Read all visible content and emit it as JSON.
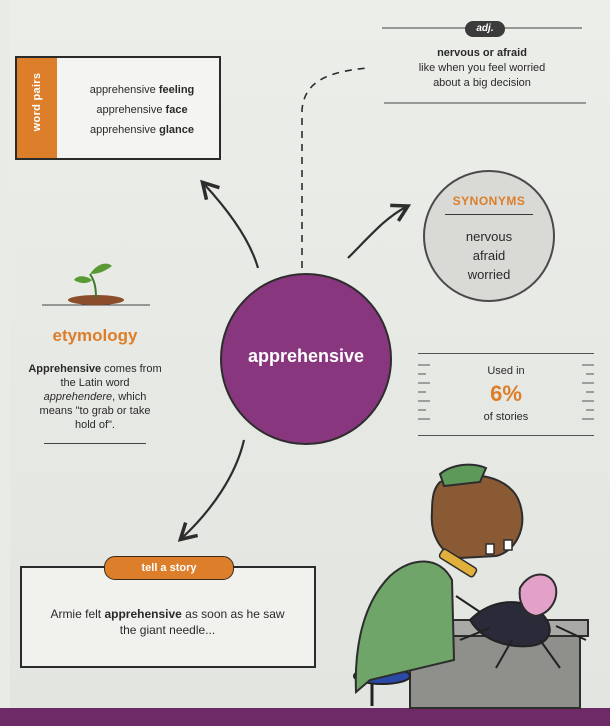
{
  "word_pairs": {
    "tab_label": "word pairs",
    "items": [
      {
        "prefix": "apprehensive",
        "word": "feeling"
      },
      {
        "prefix": "apprehensive",
        "word": "face"
      },
      {
        "prefix": "apprehensive",
        "word": "glance"
      }
    ]
  },
  "definition": {
    "part_of_speech": "adj.",
    "meaning": "nervous or afraid",
    "line1": "like when you feel worried",
    "line2": "about a big decision"
  },
  "synonyms": {
    "title": "SYNONYMS",
    "items": [
      "nervous",
      "afraid",
      "worried"
    ]
  },
  "center_word": "apprehensive",
  "etymology": {
    "title": "etymology",
    "word": "Apprehensive",
    "text1": " comes from the Latin word ",
    "latin": "apprehendere",
    "text2": ", which means \"to grab or take hold of\"."
  },
  "usage": {
    "label": "Used in",
    "value": "6%",
    "suffix": "of stories"
  },
  "story": {
    "label": "tell a story",
    "before": "Armie felt ",
    "bold": "apprehensive",
    "after": " as soon as he saw the giant needle..."
  },
  "colors": {
    "accent_orange": "#dd7e2a",
    "center_purple": "#88377f"
  }
}
